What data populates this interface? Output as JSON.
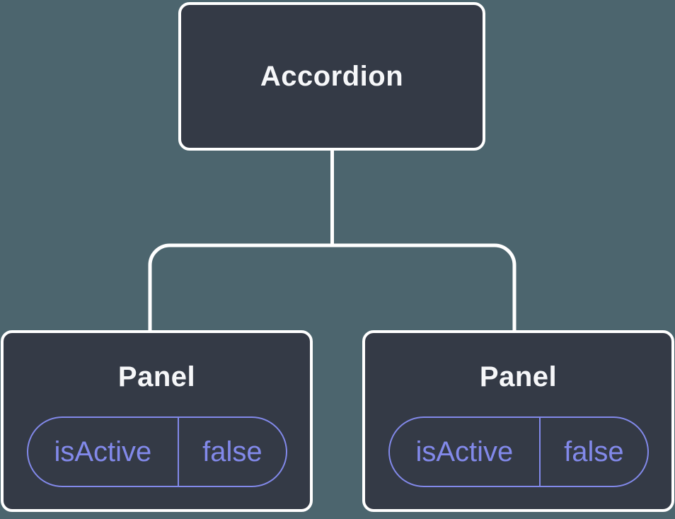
{
  "tree": {
    "root": {
      "label": "Accordion"
    },
    "panels": [
      {
        "title": "Panel",
        "prop": {
          "name": "isActive",
          "value": "false"
        }
      },
      {
        "title": "Panel",
        "prop": {
          "name": "isActive",
          "value": "false"
        }
      }
    ]
  },
  "colors": {
    "background": "#4C656E",
    "node_fill": "#343A46",
    "node_border": "#FFFFFF",
    "connector": "#FFFFFF",
    "title_text": "#F6F7F9",
    "state_accent": "#8289EA"
  }
}
